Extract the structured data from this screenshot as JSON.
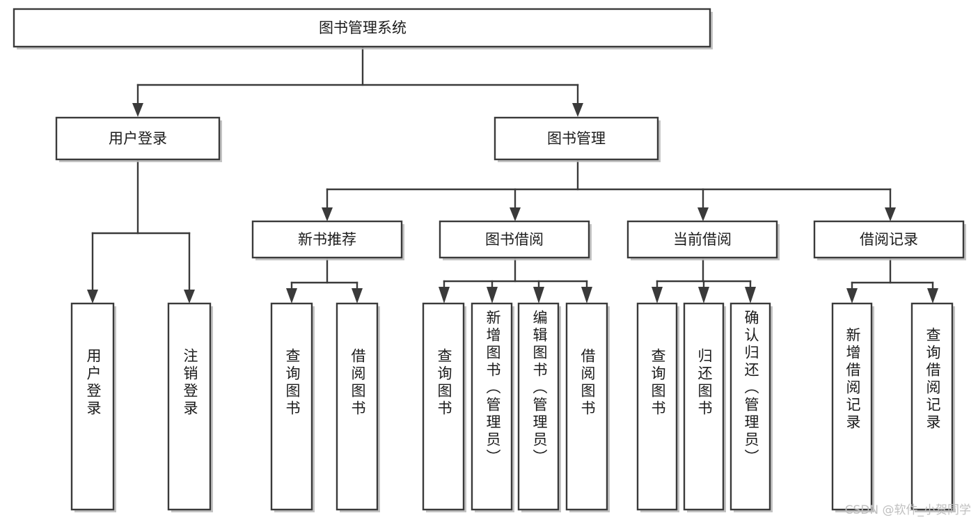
{
  "diagram": {
    "type": "hierarchy-tree",
    "title": "图书管理系统",
    "orientation": "top-down",
    "colors": {
      "box_stroke": "#3a3a3a",
      "box_fill": "#ffffff",
      "edge": "#3a3a3a",
      "text": "#1b1b1b",
      "watermark": "#c0c0c0"
    },
    "levels": {
      "level1": [
        "图书管理系统"
      ],
      "level2": [
        "用户登录",
        "图书管理"
      ],
      "level3": [
        "新书推荐",
        "图书借阅",
        "当前借阅",
        "借阅记录"
      ],
      "level4": [
        "用户登录",
        "注销登录",
        "查询图书",
        "借阅图书",
        "查询图书",
        "新增图书（管理员）",
        "编辑图书（管理员）",
        "借阅图书",
        "查询图书",
        "归还图书",
        "确认归还（管理员）",
        "新增借阅记录",
        "查询借阅记录"
      ]
    },
    "nodes": {
      "root": {
        "label": "图书管理系统"
      },
      "user_login": {
        "label": "用户登录"
      },
      "book_manage": {
        "label": "图书管理"
      },
      "new_book_rec": {
        "label": "新书推荐"
      },
      "book_borrow": {
        "label": "图书借阅"
      },
      "current_borrow": {
        "label": "当前借阅"
      },
      "borrow_record": {
        "label": "借阅记录"
      },
      "leaf_user_login": {
        "label": "用户登录"
      },
      "leaf_logout": {
        "label": "注销登录"
      },
      "leaf_query_book_1": {
        "label": "查询图书"
      },
      "leaf_borrow_book_1": {
        "label": "借阅图书"
      },
      "leaf_query_book_2": {
        "label": "查询图书"
      },
      "leaf_add_book": {
        "label": "新增图书（管理员）"
      },
      "leaf_edit_book": {
        "label": "编辑图书（管理员）"
      },
      "leaf_borrow_book_2": {
        "label": "借阅图书"
      },
      "leaf_query_book_3": {
        "label": "查询图书"
      },
      "leaf_return_book": {
        "label": "归还图书"
      },
      "leaf_confirm_return": {
        "label": "确认归还（管理员）"
      },
      "leaf_add_record": {
        "label": "新增借阅记录"
      },
      "leaf_query_record": {
        "label": "查询借阅记录"
      }
    },
    "edges": [
      {
        "from": "root",
        "to": "user_login"
      },
      {
        "from": "root",
        "to": "book_manage"
      },
      {
        "from": "user_login",
        "to": "leaf_user_login"
      },
      {
        "from": "user_login",
        "to": "leaf_logout"
      },
      {
        "from": "book_manage",
        "to": "new_book_rec"
      },
      {
        "from": "book_manage",
        "to": "book_borrow"
      },
      {
        "from": "book_manage",
        "to": "current_borrow"
      },
      {
        "from": "book_manage",
        "to": "borrow_record"
      },
      {
        "from": "new_book_rec",
        "to": "leaf_query_book_1"
      },
      {
        "from": "new_book_rec",
        "to": "leaf_borrow_book_1"
      },
      {
        "from": "book_borrow",
        "to": "leaf_query_book_2"
      },
      {
        "from": "book_borrow",
        "to": "leaf_add_book"
      },
      {
        "from": "book_borrow",
        "to": "leaf_edit_book"
      },
      {
        "from": "book_borrow",
        "to": "leaf_borrow_book_2"
      },
      {
        "from": "current_borrow",
        "to": "leaf_query_book_3"
      },
      {
        "from": "current_borrow",
        "to": "leaf_return_book"
      },
      {
        "from": "current_borrow",
        "to": "leaf_confirm_return"
      },
      {
        "from": "borrow_record",
        "to": "leaf_add_record"
      },
      {
        "from": "borrow_record",
        "to": "leaf_query_record"
      }
    ]
  },
  "watermark": {
    "text": "CSDN @软件_小贺同学"
  }
}
